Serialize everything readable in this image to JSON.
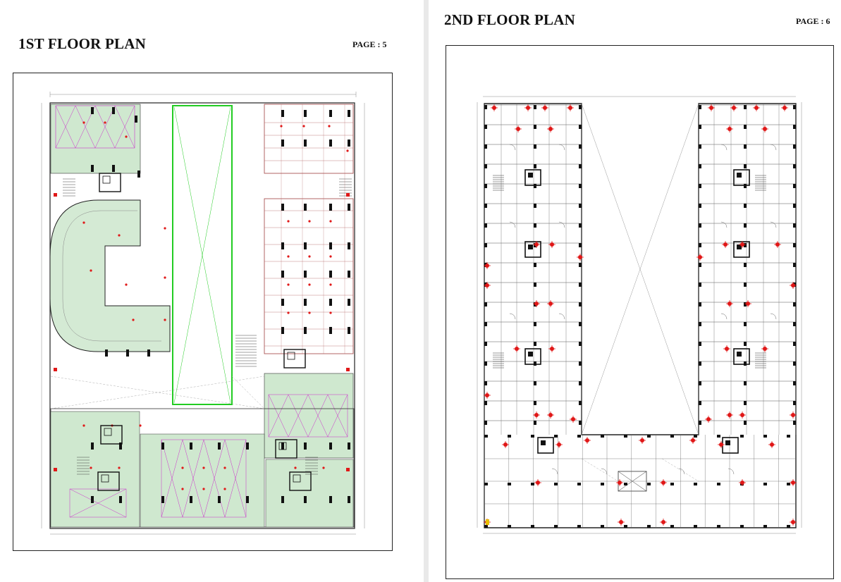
{
  "pages": [
    {
      "title": "1ST FLOOR PLAN",
      "page_label": "PAGE : 5"
    },
    {
      "title": "2ND FLOOR PLAN",
      "page_label": "PAGE : 6"
    }
  ],
  "colors": {
    "wall": "#111111",
    "grid": "#b06060",
    "marker": "#e01818",
    "hatch": "#cc33cc",
    "green_area": "#cfe8cf",
    "courtyard": "#22cc22"
  }
}
